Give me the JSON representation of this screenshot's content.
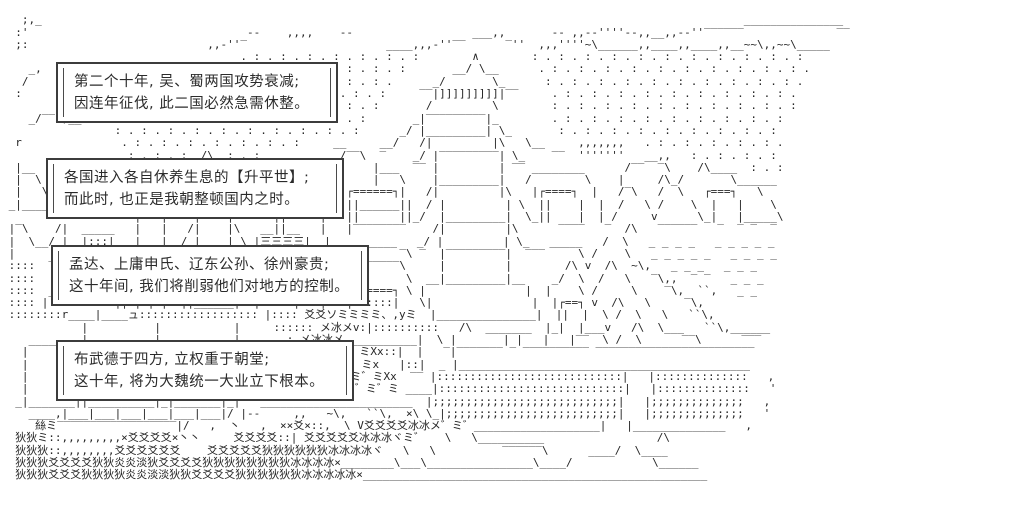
{
  "scene": {
    "background_color": "#ffffff",
    "ink_color": "#262626",
    "border_color": "#3c3c3c"
  },
  "dialogs": [
    {
      "lines": [
        "第二个十年, 吴、蜀两国攻势衰减;",
        "因连年征伐, 此二国必然急需休整。"
      ]
    },
    {
      "lines": [
        "各国进入各自休养生息的【升平世】;",
        "而此时, 也正是我朝整顿国内之时。"
      ]
    },
    {
      "lines": [
        "孟达、上庸申氏、辽东公孙、徐州豪贵;",
        "这十年间, 我们将削弱他们对地方的控制。"
      ]
    },
    {
      "lines": [
        "布武德于四方, 立权重于朝堂;",
        "这十年, 将为大魏统一大业立下根本。"
      ]
    }
  ],
  "ascii_art": {
    "subject": "multi-tier castle with mountains, stone walls and tree line",
    "lines": [
      "",
      "   ;,_                                                                                                          _______________",
      "  :'                                 --    ,,,,    --                  ___,,       -- ,,--''''--,,__,,--''‾‾‾‾‾‾              ‾‾",
      "  ;:                           ,,-''‾                     ____,,,-''‾‾      ‾''  ,,,''''~\\______,,____,,____,,__~~\\,,~~\\_____",
      "                                    . : . : . : . : . : . : . :        ∧        : . : . : . : . : . : . : . : . : . : . :",
      "    _,                    . : . : . : . : . : . : . : . : . :       __/ \\__      . : . : . : . : . : . : . : . : . : . : .",
      "   /                    : . : . : . : . : . : . : . : . : .      _/       \\_      : . : . : . : . : . : . : . : . : . : .",
      "  :                    . : . : . : . : . : . : . : . : . :     ‾‾|]]]]]]]]]|‾‾     . : . : . : . : . : . : . : . : . : .",
      "                        : . : . : . : . : . : . : . : . :       /         \\        : . : . : . : . : . : . : . : . : . :",
      "    _/‾‾∧,__            . : . : . : . : . : . : . : . :       _|‾‾‾‾‾‾‾‾‾|_        . : . : . : . : . : . : . : . : . :",
      "                 : . : . : . : . : . : . : . : . : . :      _/ |_________| \\_       : . : . : . : . : . : . : . : . :",
      "  r               . : . : . : . : . : . : . :     __     __/   /|         |\\   \\__     ,,,,,,,   . : . : . : . : . : .",
      "                   : . : . :  /\\  : . :   ______   /‾‾\\  ‾    _/ |‾‾‾‾‾‾‾‾‾| \\_    ‾‾  '''''''   __,,   : . : . : . :",
      "  |__     ,,--,,_/  \\_ ::::  |    | ____/      \\___|    |___  ‾‾ |         | ‾‾ ________      /‾‾  ‾\\    /\\____  : . :",
      "  |  \\   ::::::::::    ‾\\_  |    | /    |      |   |    |   \\    |_________|   /        \\    |     /\\_/       \\______",
      "  |   \\_  ______  ┌=====┐ \\ |    |/     |∧     |   |┌======┐|   /|         |\\   |┌====┐  |   /‾\\   /  \\   ┌===┐   \\",
      " _|____  ‾ ____ ‾  |_____|  \\|    |      ||     |   ||______||  / |         | \\  ||    |  |  /   \\ /    \\  |   |    \\",
      "         ‾      ‾‾  |   |    |    |      ||     |   ||      ||_/  |_________|  \\_||    |  | /     v      \\_|   |_____\\",
      " |‾\\    /|  _____   |   |   /|    |\\   __||__   |   |‾‾‾‾‾‾‾‾    /|         |\\      ‾‾‾‾   ‾  /\\   ‾‾‾‾‾‾   ‾  ‾ ‾  ‾",
      " |  \\__/ |  |:::|   |___|  / |____| \\ |三三三三|  |  ________   _/ |         | \\_   _____   /  \\   _ _ _ _   _ _ _ _ _",
      " |       |  |   |    ___  /   ____   \\|      |  |_/‾        ‾\\ ‾  |‾‾‾‾‾‾‾‾‾|  ‾‾‾     \\ /    \\   _ _ _ _ _   _ _ _ _",
      " ::::  ‾‾|  |   |   |:::|    /:::‾\\   |      |     /‾‾‾‾‾‾‾‾\\     |         |        /\\ v  /\\  ~\\,   _ _ _   _ _ _",
      " ::::    |  ‾‾‾‾   _| ∧ |__ |      |  |  ∧  |___  /          \\  __|_________|__    _/  \\  /   \\   ‾\\,,  ‾ ‾   _ _ _",
      " ::::  __|_______ | /=\\    ||      |  |_/ \\_|   |/  ┌======┐ \\ |               |  |    \\ /     \\    ‾\\,  ``,   _ _",
      " :::: |          || | | |  ||______|  |     |   |   |::::::|   \\|               |  |┌==┐ v  /\\   \\     ‾\\,",
      " ::::::::r____|____ュ:::::::::::::::::: |:::: 爻爻ソミミミミ、,yミ  |_______________|  ||  |  \\ /  \\   \\   ``\\,",
      "            |          |           |     :::::: メ冰メv:|::::::::::   /\\  _______  |_|  |___v   /\\  \\___   ``\\,______",
      "    _______ | ________ |  _______  |       : メ冰冰メ___________|  \\ |       | |   |   |‾‾  \\ /  \\      ‾‾\\      ‾‾‾",
      "   |       ||          | |       | |      ミミメ冰メvx゛ミXx::|  |   ‾|‾‾‾‾‾‾‾ ‾ ‾‾‾‾‾‾‾‾‾‾ ‾‾‾‾‾‾‾‾‾‾‾‾‾‾‾‾‾‾‾‾‾‾‾‾",
      "   |       ||          | |       | |     ミミミ冰冰゛ミ゛ミx   |::|  _ |____________________________________________",
      "   |       ||          | |       | |     爻爻メ冰冰メ゛ミ゛ミXx  ‾‾ |::::::::::::::::::::::::::::|   |::::::::::::::   ,",
      "   |       ||          | |       | |    爻爻爻冰冰冰゛ミ゛ミ゛ミ ____|::::::::::::::::::::::::::::|   |::::::::::::::   '",
      "  _|_______||__________|_|_______|_|   _______________________  |;;;;;;;;;;;;;;;;;;;;;;;;;;;;|   |;;;;;;;;;;;;;;   ,",
      "    ____,|___|___|___|___|___|___|/ |--     ,,   ~\\,   ``\\,  ×\\ \\_|;;;;;;;;;;;;;;;;;;;;;;;;;;|   |;;;;;;;;;;;;;;   '",
      "     絲ミ‾‾‾‾‾‾‾‾‾‾‾‾‾‾‾‾‾‾|/   ,  丶   ,  ××爻×::,  \\ V爻爻爻爻冰冰メ゛ミ゛___________________|   |______________   ,",
      "  狄狄ミ::,,,,,,,,,×爻爻爻爻×丶丶     爻爻爻爻::| 爻爻爻爻爻冰冰冰ヾミ゛   \\   \\__________                 /\\",
      "  狄狄狄::,,,,,,,,爻爻爻爻爻爻    爻爻爻爻爻狄狄狄狄狄狄冰冰冰冰ヾ   \\   \\          ‾‾‾‾‾‾\\      ____/  \\____",
      "  狄狄狄爻爻爻爻狄狄炎炎淡狄爻爻爻爻狄狄狄狄狄狄狄狄冰冰冰冰×________\\___\\________________\\____/            \\______",
      "  狄狄狄爻爻爻狄狄狄狄炎炎淡淡狄狄爻爻爻爻狄狄狄狄狄狄冰冰冰冰冰×____________________________________________________",
      "",
      ""
    ]
  }
}
